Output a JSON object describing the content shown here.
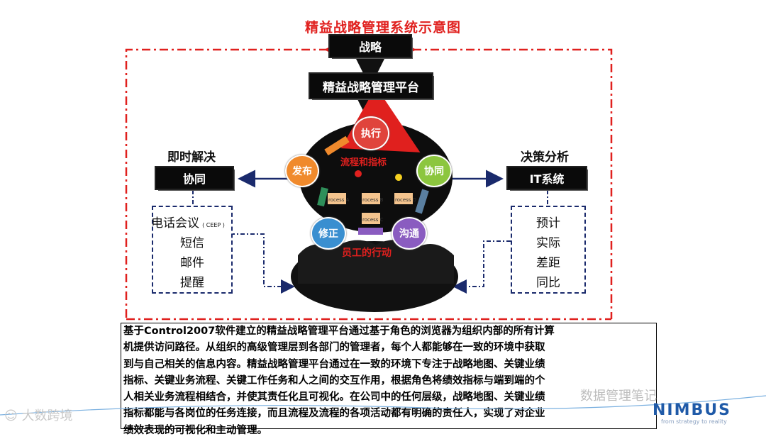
{
  "title": "精益战略管理系统示意图",
  "top_boxes": {
    "strategy": "战略",
    "platform": "精益战略管理平台"
  },
  "left": {
    "heading": "即时解决",
    "box": "协同",
    "items": [
      "电话会议",
      "短信",
      "邮件",
      "提醒"
    ],
    "item_note": "( CEEP )"
  },
  "right": {
    "heading": "决策分析",
    "box": "IT系统",
    "items": [
      "预计",
      "实际",
      "差距",
      "同比"
    ]
  },
  "cycle": {
    "nodes": [
      "执行",
      "发布",
      "协同",
      "修正",
      "沟通"
    ],
    "center_label": "流程和指标",
    "bottom_label": "员工的行动",
    "process_labels": [
      "rocess A",
      "rocess B",
      "rocess C",
      "rocess D"
    ],
    "colors": {
      "exec": "#e0443c",
      "publish": "#f08a2c",
      "coop": "#8cc63e",
      "fix": "#3a8fd0",
      "comm": "#8a5cc0"
    }
  },
  "description_lines": [
    "基于Control2007软件建立的精益战略管理平台通过基于角色的浏览器为组织内部的所有计算",
    "机提供访问路径。从组织的高级管理层到各部门的管理者，每个人都能够在一致的环境中获取",
    "到与自己相关的信息内容。精益战略管理平台通过在一致的环境下专注于战略地图、关键业绩",
    "指标、关键业务流程、关键工作任务和人之间的交互作用，根据角色将绩效指标与端到端的个",
    "人相关业务流程相结合，并使其责任化且可视化。在公司中的任何层级，战略地图、关键业绩",
    "指标都能与各岗位的任务连接，而且流程及流程的各项活动都有明确的责任人，实现了对企业",
    "绩效表现的可视化和主动管理。"
  ],
  "watermarks": {
    "left": "大数跨境",
    "right": "数据管理笔记",
    "brand": "NIMBUS",
    "brand_tagline": "from strategy to reality"
  },
  "accent_colors": {
    "red": "#e0201e",
    "navy": "#1a2a6c"
  }
}
